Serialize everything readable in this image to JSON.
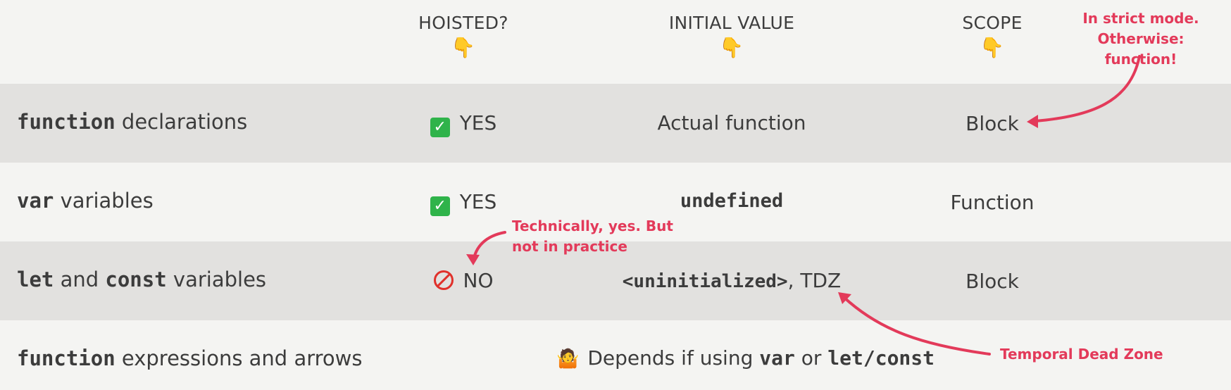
{
  "headers": {
    "hoisted": "HOISTED?",
    "initial_value": "INITIAL VALUE",
    "scope": "SCOPE",
    "pointer_icon": "pointing-down-hand-icon"
  },
  "rows": [
    {
      "label_code": "function",
      "label_text": " declarations",
      "hoisted": "YES",
      "hoisted_icon": "check-mark-icon",
      "initial_value": "Actual function",
      "scope": "Block"
    },
    {
      "label_code": "var",
      "label_text": " variables",
      "hoisted": "YES",
      "hoisted_icon": "check-mark-icon",
      "initial_value": "undefined",
      "scope": "Function"
    },
    {
      "label_code1": "let",
      "label_mid": " and ",
      "label_code2": "const",
      "label_text": " variables",
      "hoisted": "NO",
      "hoisted_icon": "no-entry-icon",
      "initial_value_code": "<uninitialized>",
      "initial_value_text": ", TDZ",
      "scope": "Block"
    },
    {
      "label_code": "function",
      "label_text": " expressions and arrows",
      "merged_icon": "shrug-icon",
      "merged_a": "Depends if using ",
      "merged_code1": "var",
      "merged_b": " or ",
      "merged_code2": "let/const"
    }
  ],
  "annotations": {
    "strict_mode_line1": "In strict mode.",
    "strict_mode_line2": "Otherwise: function!",
    "technically_line1": "Technically, yes. But",
    "technically_line2": "not in practice",
    "tdz": "Temporal Dead Zone"
  },
  "colors": {
    "background": "#f4f4f2",
    "band": "#e2e1df",
    "text": "#3c3c3c",
    "annotation": "#e33a5a",
    "check": "#2fb34a",
    "no_entry": "#e0312b"
  }
}
